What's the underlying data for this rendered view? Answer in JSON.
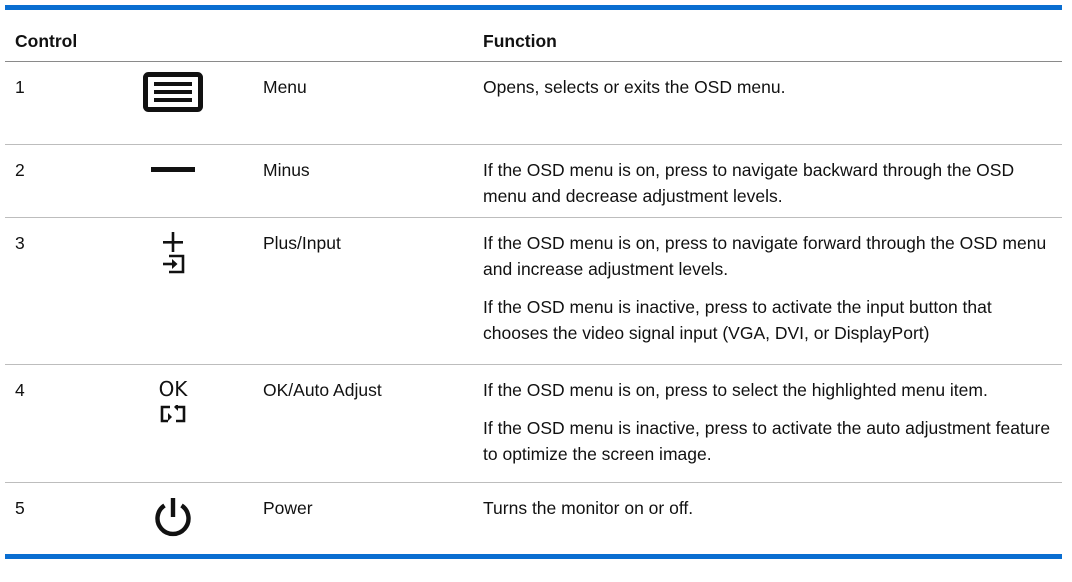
{
  "header": {
    "control": "Control",
    "function": "Function"
  },
  "rows": [
    {
      "number": "1",
      "icon": "menu-icon",
      "name": "Menu",
      "function": [
        "Opens, selects or exits the OSD menu."
      ]
    },
    {
      "number": "2",
      "icon": "minus-icon",
      "name": "Minus",
      "function": [
        "If the OSD menu is on, press to navigate backward through the OSD menu and decrease adjustment levels."
      ]
    },
    {
      "number": "3",
      "icon": "plus-input-icon",
      "name": "Plus/Input",
      "function": [
        "If the OSD menu is on, press to navigate forward through the OSD menu and increase adjustment levels.",
        "If the OSD menu is inactive, press to activate the input button that chooses the video signal input (VGA, DVI, or DisplayPort)"
      ]
    },
    {
      "number": "4",
      "icon": "ok-auto-adjust-icon",
      "icon_text": "OK",
      "name": "OK/Auto Adjust",
      "function": [
        "If the OSD menu is on, press to select the highlighted menu item.",
        "If the OSD menu is inactive, press to activate the auto adjustment feature to optimize the screen image."
      ]
    },
    {
      "number": "5",
      "icon": "power-icon",
      "name": "Power",
      "function": [
        "Turns the monitor on or off."
      ]
    }
  ],
  "colors": {
    "rule": "#0a6ed1",
    "divider": "#bdbdbd",
    "text": "#111111"
  }
}
